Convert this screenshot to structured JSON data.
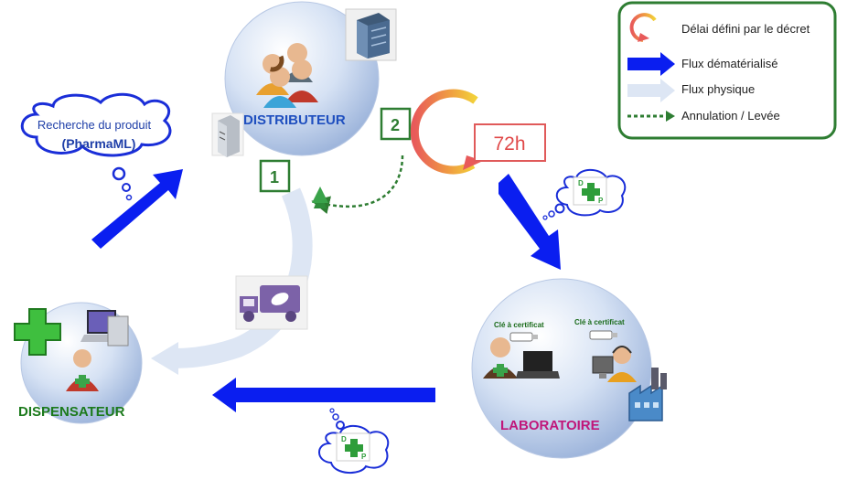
{
  "nodes": {
    "distributeur": "DISTRIBUTEUR",
    "dispensateur": "DISPENSATEUR",
    "laboratoire": "LABORATOIRE"
  },
  "search_cloud": {
    "line1": "Recherche du produit",
    "line2": "(PharmaML)"
  },
  "steps": {
    "one": "1",
    "two": "2"
  },
  "timer": {
    "label": "72h"
  },
  "certificate_keys": {
    "left": "Clé à certificat",
    "right": "Clé à certificat"
  },
  "dp_logo": {
    "d": "D",
    "p": "P"
  },
  "legend": {
    "delay": "Délai défini par le décret",
    "digital": "Flux dématérialisé",
    "physical": "Flux physique",
    "cancel": "Annulation / Levée"
  },
  "colors": {
    "digital_flow": "#0a1ef0",
    "physical_flow": "#dde6f4",
    "cancel_flow": "#2e7d32",
    "legend_border": "#2e7d32",
    "timer_border": "#e05a5a"
  }
}
